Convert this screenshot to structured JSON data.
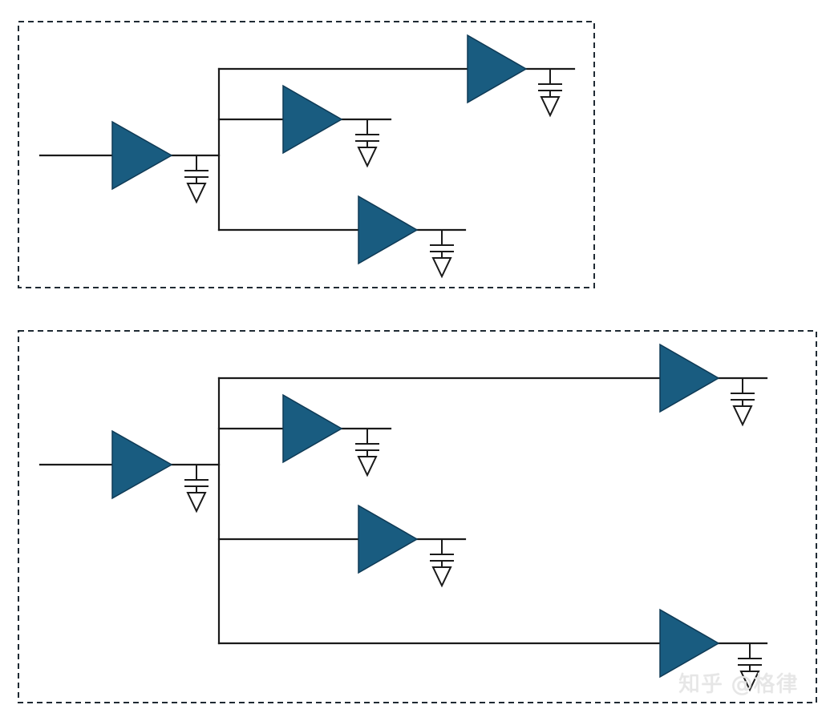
{
  "colors": {
    "buffer_fill": "#195c80",
    "buffer_stroke": "#0f3a55",
    "wire": "#1a1a1a",
    "frame": "#1f2a33",
    "ground_stroke": "#1a1a1a",
    "background": "#ffffff"
  },
  "watermark": {
    "text": "知乎 @格律"
  },
  "diagrams": [
    {
      "name": "top-clock-tree",
      "buffer_count": 4,
      "loads": 4
    },
    {
      "name": "bottom-clock-tree",
      "buffer_count": 5,
      "loads": 5
    }
  ]
}
